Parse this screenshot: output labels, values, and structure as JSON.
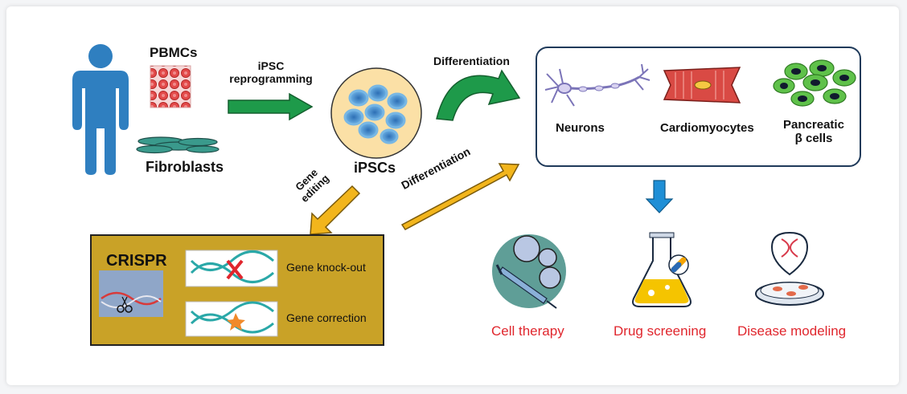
{
  "labels": {
    "pbmcs": "PBMCs",
    "fibroblasts": "Fibroblasts",
    "reprogramming_line1": "iPSC",
    "reprogramming_line2": "reprogramming",
    "ipscs": "iPSCs",
    "differentiation_top": "Differentiation",
    "differentiation_diag": "Differentiation",
    "gene_editing_line1": "Gene",
    "gene_editing_line2": "editing",
    "crispr": "CRISPR",
    "gene_knockout": "Gene knock-out",
    "gene_correction": "Gene correction"
  },
  "cell_types": [
    {
      "label": "Neurons"
    },
    {
      "label": "Cardiomyocytes"
    },
    {
      "label_line1": "Pancreatic",
      "label_line2": "β cells"
    }
  ],
  "applications": [
    {
      "label": "Cell therapy"
    },
    {
      "label": "Drug screening"
    },
    {
      "label": "Disease modeling"
    }
  ],
  "colors": {
    "person": "#2f7fc0",
    "green_arrow": "#1e9a4a",
    "yellow_arrow": "#f2b51c",
    "crispr_box": "#c9a227",
    "blue_arrow": "#1f8fd6",
    "app_label": "#e0262d",
    "dna_teal": "#2aa8a8"
  }
}
